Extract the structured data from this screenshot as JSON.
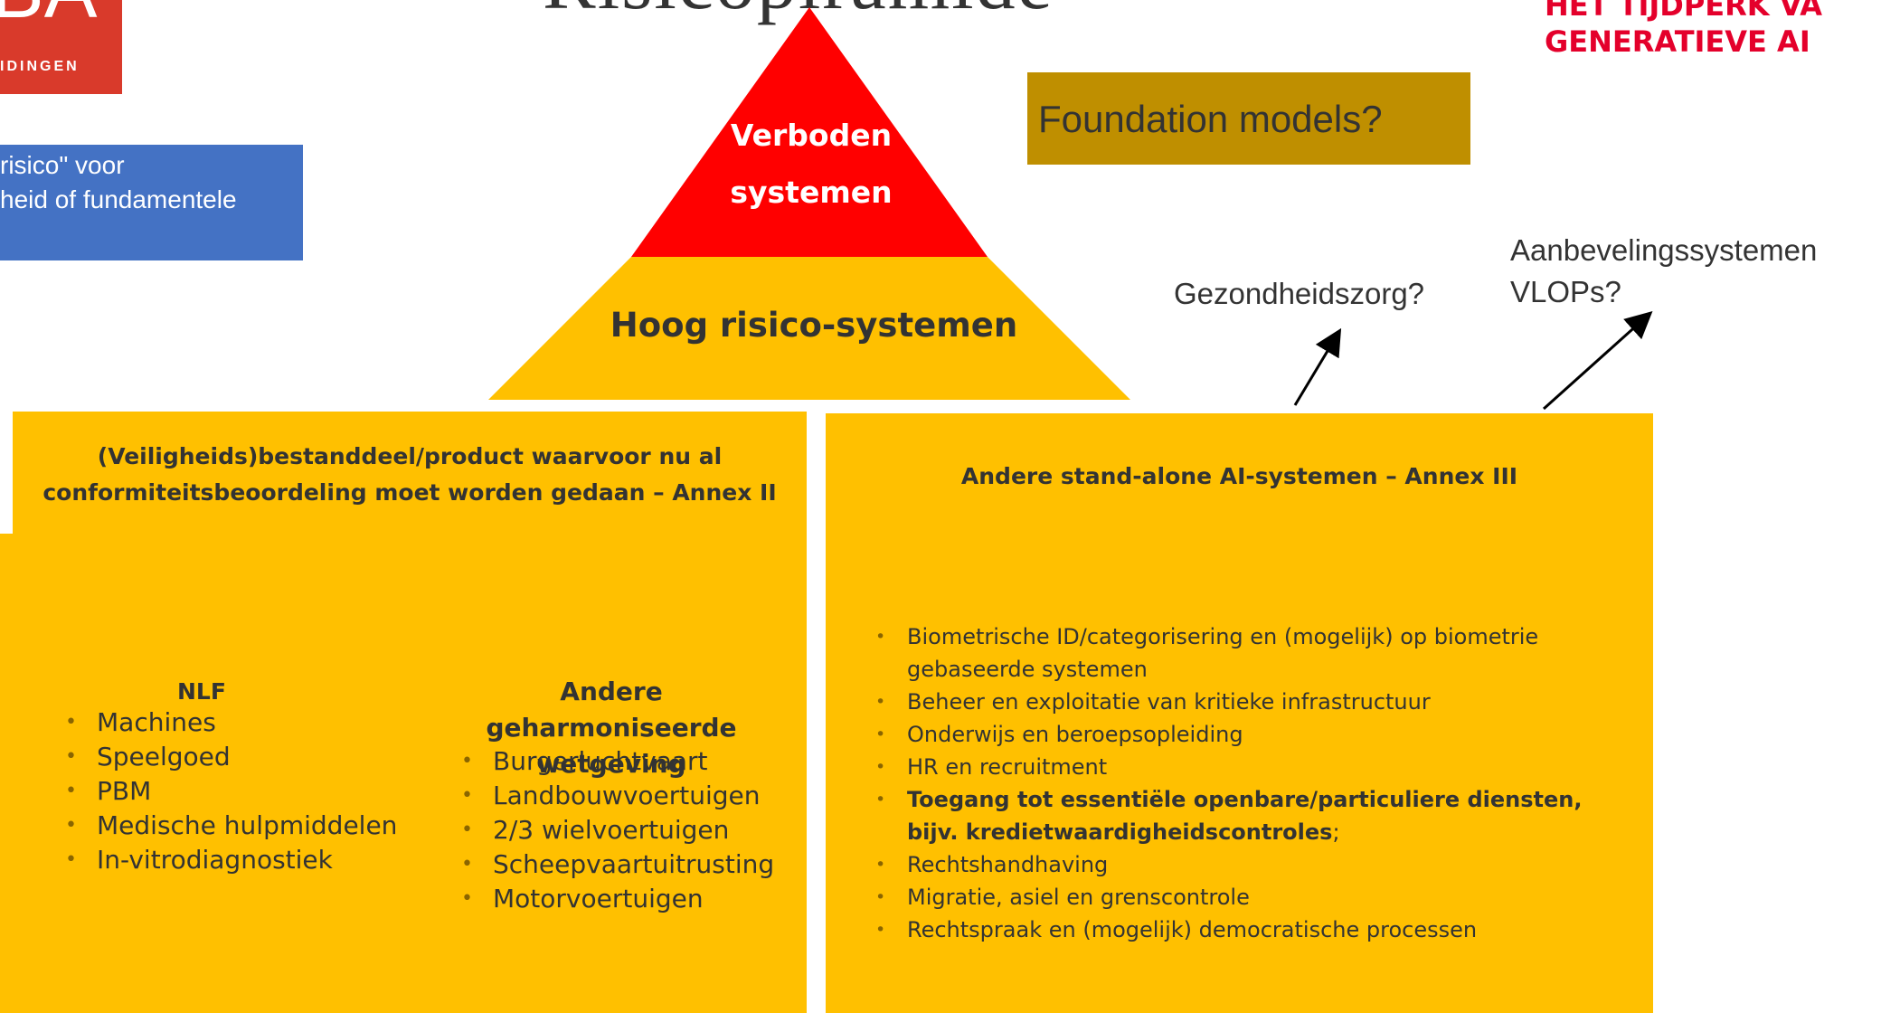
{
  "logo": {
    "letters": "BA",
    "subtitle": "IDINGEN"
  },
  "top_title": "Risicopiramide",
  "brand": {
    "line1": "HET TIJDPERK VA",
    "line2": "GENERATIEVE AI"
  },
  "blue_box": {
    "line1": "risico\" voor",
    "line2": "heid of fundamentele"
  },
  "pyramid": {
    "top_line1": "Verboden",
    "top_line2": "systemen",
    "middle": "Hoog risico-systemen",
    "colors": {
      "top": "#ff0000",
      "middle": "#ffc000"
    }
  },
  "foundation_label": "Foundation models?",
  "health_label": "Gezondheidszorg?",
  "reco_label": {
    "line1": "Aanbevelingssystemen",
    "line2": "VLOPs?"
  },
  "box_left": {
    "heading_line1": "(Veiligheids)bestanddeel/product waarvoor nu al",
    "heading_line2": "conformiteitsbeoordeling moet worden gedaan – Annex II",
    "nlf_heading": "NLF",
    "nlf_items": [
      "Machines",
      "Speelgoed",
      "PBM",
      "Medische hulpmiddelen",
      "In-vitrodiagnostiek"
    ],
    "harm_heading_line1": "Andere geharmoniseerde",
    "harm_heading_line2": "wetgeving",
    "harm_items": [
      "Burgerluchtvaart",
      "Landbouwvoertuigen",
      "2/3 wielvoertuigen",
      "Scheepvaartuitrusting",
      "Motorvoertuigen"
    ]
  },
  "box_right": {
    "heading": "Andere stand-alone AI-systemen – Annex III",
    "items": [
      {
        "text": "Biometrische ID/categorisering en (mogelijk) op biometrie gebaseerde systemen",
        "bold": false
      },
      {
        "text": "Beheer en exploitatie van kritieke infrastructuur",
        "bold": false
      },
      {
        "text": "Onderwijs en beroepsopleiding",
        "bold": false
      },
      {
        "text": "HR en recruitment",
        "bold": false
      },
      {
        "text": "Toegang tot essentiële openbare/particuliere diensten, bijv. kredietwaardigheidscontroles",
        "bold": true,
        "suffix": ";"
      },
      {
        "text": "Rechtshandhaving",
        "bold": false
      },
      {
        "text": "Migratie, asiel en grenscontrole",
        "bold": false
      },
      {
        "text": "Rechtspraak en (mogelijk) democratische processen",
        "bold": false
      }
    ]
  },
  "bullet_symbol": "•"
}
